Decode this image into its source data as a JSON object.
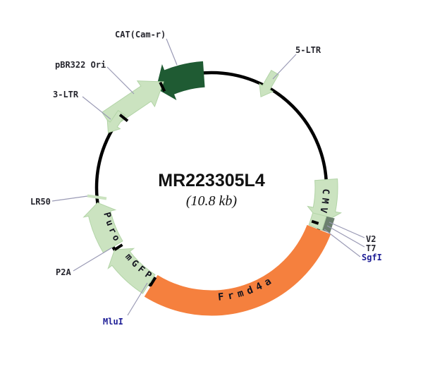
{
  "plasmid": {
    "name": "MR223305L4",
    "size_label": "(10.8 kb)"
  },
  "features": {
    "cat": {
      "label": "CAT(Cam-r)",
      "shape": "arc-arrow",
      "color": "#1f5b33"
    },
    "pbr322_ori": {
      "label": "pBR322 Ori",
      "shape": "straight-arrow",
      "color": "#cbe3c0"
    },
    "ltr3": {
      "label": "3-LTR",
      "shape": "small-arrow",
      "color": "#cbe3c0"
    },
    "ltr5": {
      "label": "5-LTR",
      "shape": "small-arrow",
      "color": "#cbe3c0"
    },
    "lr50": {
      "label": "LR50",
      "shape": "tick",
      "color": "#cbe3c0"
    },
    "puro": {
      "label": "Puro",
      "shape": "arc-arrow",
      "color": "#cbe3c0"
    },
    "p2a": {
      "label": "P2A",
      "shape": "junction",
      "color": "#cbe3c0"
    },
    "mgfp": {
      "label": "mGFP",
      "shape": "arc-arrow",
      "color": "#cbe3c0"
    },
    "mlui": {
      "label": "MluI",
      "shape": "site",
      "color": "#1e1e96"
    },
    "frmd4a": {
      "label": "Frmd4a",
      "shape": "arc-band",
      "color": "#f5803e"
    },
    "cmv": {
      "label": "CMV",
      "shape": "arc-arrow",
      "color": "#cbe3c0"
    },
    "v2": {
      "label": "V2",
      "shape": "segment",
      "color": "#6b7f6e"
    },
    "t7": {
      "label": "T7",
      "shape": "segment",
      "color": "#6b7f6e"
    },
    "sgfi": {
      "label": "SgfI",
      "shape": "site",
      "color": "#1e1e96"
    }
  },
  "colors": {
    "backbone": "#000000",
    "feature_green": "#cbe3c0",
    "feature_dark_green": "#1f5b33",
    "feature_orange": "#f5803e",
    "site_label_navy": "#1e1e96",
    "label_dark": "#26262e",
    "leader_gray": "#9a9ab5",
    "background": "#ffffff"
  }
}
